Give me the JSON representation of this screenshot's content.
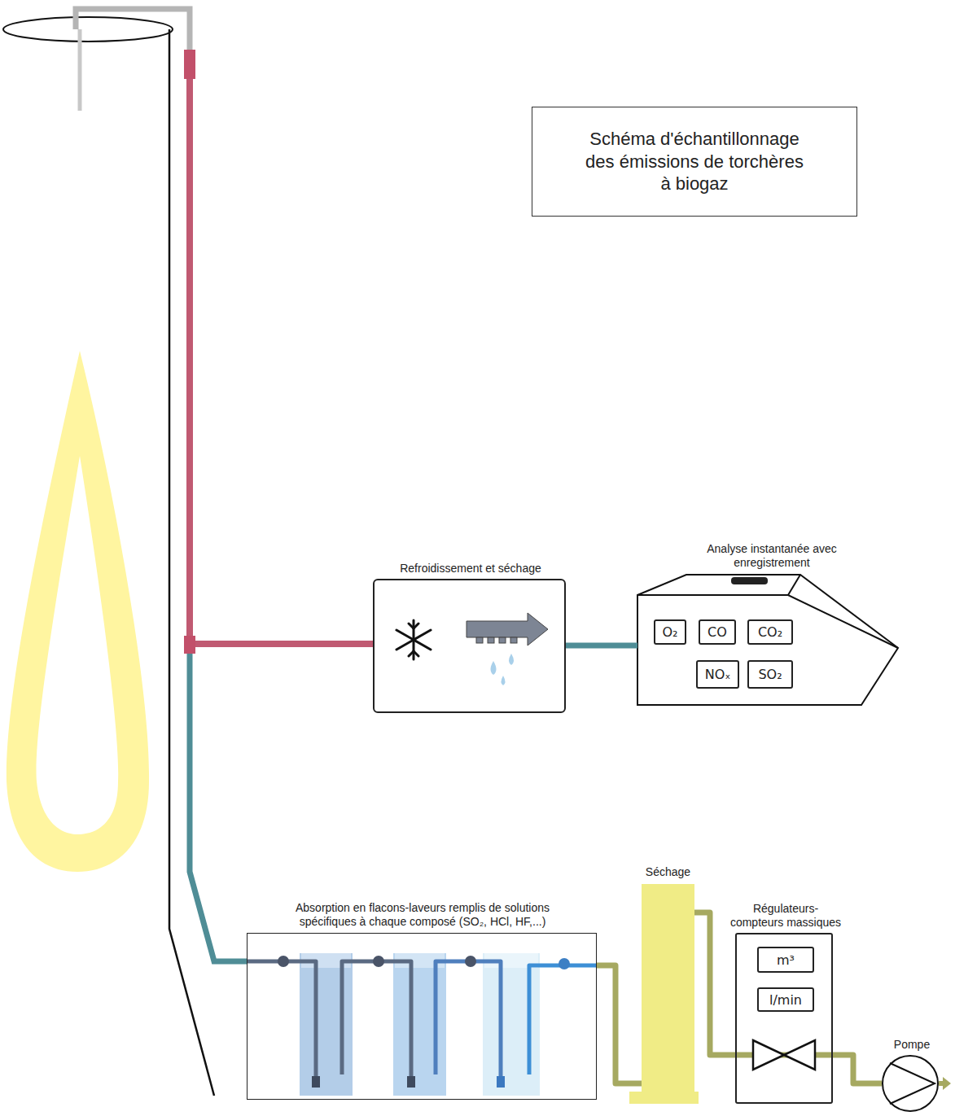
{
  "diagram": {
    "title": "Schéma d'échantillonnage des émissions de torchères à biogaz",
    "nodes": [
      {
        "text": [
          "Schéma d'échantillonnage des émissions de torchères à biogaz"
        ]
      },
      {
        "text": [
          "Refroidissement et séchage"
        ]
      },
      {
        "text": [
          "Analyse instantanée avec enregistrement"
        ]
      },
      {
        "text": [
          "O₂"
        ],
        "in": 2
      },
      {
        "text": [
          "CO"
        ],
        "in": 2
      },
      {
        "text": [
          "CO₂"
        ],
        "in": 2
      },
      {
        "text": [
          "NOₓ"
        ],
        "in": 2
      },
      {
        "text": [
          "SO₂"
        ],
        "in": 2
      },
      {
        "text": [
          "Absorption en flacons-laveurs remplis de solutions spécifiques à chaque composé (SO₂, HCl, HF,...)"
        ]
      },
      {
        "text": [
          "Séchage"
        ]
      },
      {
        "text": [
          "Régulateurs-compteurs massiques"
        ]
      },
      {
        "text": [
          "m³"
        ],
        "in": 10
      },
      {
        "text": [
          "l/min"
        ],
        "in": 10
      },
      {
        "text": [
          "Pompe"
        ]
      }
    ],
    "edges": [
      {
        "from": 1,
        "to": 2,
        "arrow": "none"
      },
      {
        "from": 8,
        "to": 9,
        "arrow": "none"
      },
      {
        "from": 9,
        "to": 10,
        "arrow": "none"
      },
      {
        "from": 10,
        "to": 13,
        "arrow": "none"
      }
    ]
  }
}
